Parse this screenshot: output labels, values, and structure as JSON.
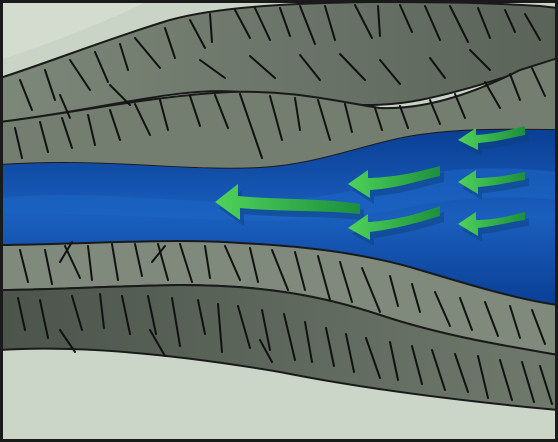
{
  "figure": {
    "subject": "river-channel-between-eroded-banks",
    "flow_direction": "right-to-left",
    "arrows": {
      "count": 6,
      "color": "#3fbf4f"
    },
    "colors": {
      "frame": "#1a1a1a",
      "sky_plain": "#c9d4c6",
      "bank_light": "#828d7f",
      "bank_dark": "#4f574e",
      "bank_stroke": "#1a1a1a",
      "water_deep": "#0b4aa6",
      "water_light": "#1e66c4",
      "arrow_green": "#3fbf4f",
      "arrow_dark": "#12803a",
      "arrow_shadow": "#0a3d7a"
    }
  }
}
